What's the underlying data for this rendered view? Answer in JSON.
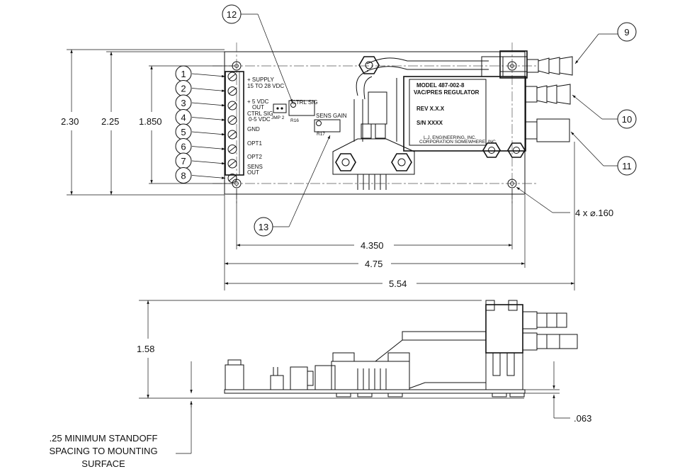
{
  "dimensions": {
    "overall_height": "2.30",
    "mount_height": "2.25",
    "terminal_span": "1.850",
    "hole_spacing": "4.350",
    "board_length": "4.75",
    "overall_length": "5.54",
    "side_height": "1.58",
    "board_thickness": ".063",
    "hole_callout": "4 x ⌀.160"
  },
  "callouts": [
    "1",
    "2",
    "3",
    "4",
    "5",
    "6",
    "7",
    "8",
    "9",
    "10",
    "11",
    "12",
    "13"
  ],
  "board_labels": {
    "supply_line1": "+ SUPPLY",
    "supply_line2": "15 TO 28 VDC",
    "five_vdc_line1": "+ 5 VDC",
    "five_vdc_line2": "OUT",
    "ctrl_sig_line1": "CTRL SIG",
    "ctrl_sig_line2": "0-5 VDC",
    "gnd": "GND",
    "opt1": "OPT1",
    "opt2": "OPT2",
    "sens_line1": "SENS",
    "sens_line2": "OUT",
    "jmp": "JMP 2",
    "ctrl_sig_pot": "CTRL SIG",
    "ctrl_ref": "R16",
    "sens_gain": "SENS GAIN",
    "sens_ref": "R17"
  },
  "regulator_label": {
    "model": "MODEL 487-002-8",
    "type": "VAC/PRES REGULATOR",
    "rev": "REV X.X.X",
    "serial": "S/N XXXX",
    "maker_line1": "L.J. ENGINEERING, INC.",
    "maker_line2": "CORPORATION SOMEWHERE, INC."
  },
  "notes": {
    "standoff_line1": ".25 MINIMUM STANDOFF",
    "standoff_line2": "SPACING TO MOUNTING",
    "standoff_line3": "SURFACE"
  }
}
